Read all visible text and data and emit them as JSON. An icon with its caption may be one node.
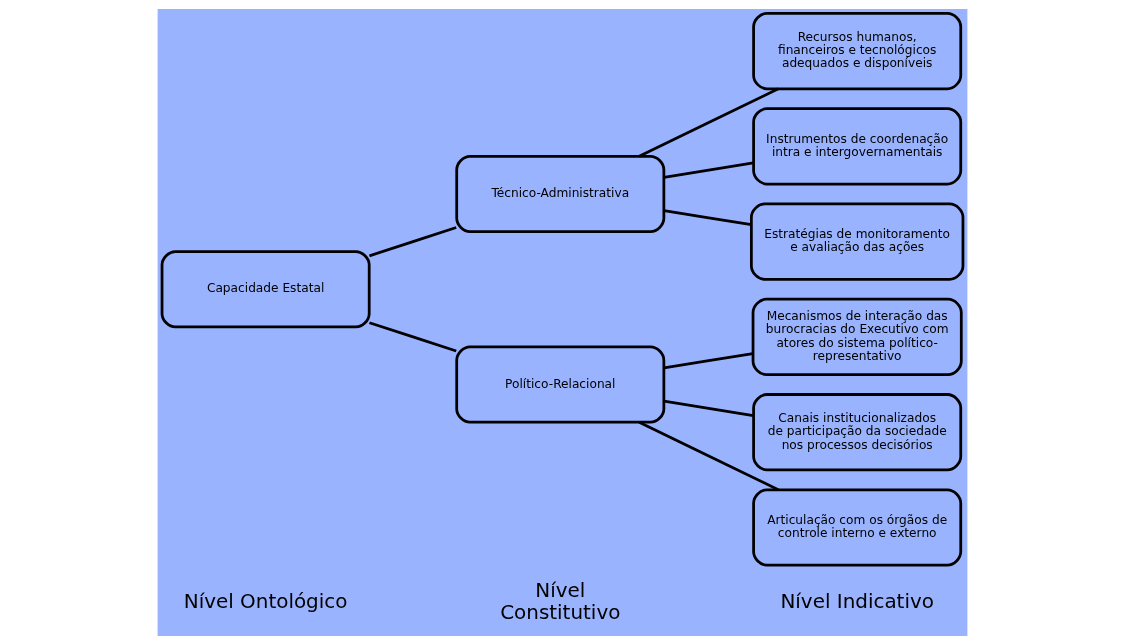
{
  "diagram": {
    "nodes": [
      {
        "text": [
          "Capacidade Estatal"
        ]
      },
      {
        "text": [
          "Técnico-Administrativa"
        ]
      },
      {
        "text": [
          "Político-Relacional"
        ]
      },
      {
        "text": [
          "Recursos humanos, financeiros e tecnológicos adequados e disponíveis"
        ]
      },
      {
        "text": [
          "Instrumentos de coordenação intra e intergovernamentais"
        ]
      },
      {
        "text": [
          "Estratégias de monitoramento e avaliação das ações"
        ]
      },
      {
        "text": [
          "Mecanismos de interação das burocracias do Executivo com atores do sistema político-representativo"
        ]
      },
      {
        "text": [
          "Canais institucionalizados de participação da sociedade nos processos decisórios"
        ]
      },
      {
        "text": [
          "Articulação com os órgãos de controle interno e externo"
        ]
      }
    ],
    "edges": [
      {
        "from": 0,
        "to": 1,
        "arrow": "none"
      },
      {
        "from": 0,
        "to": 2,
        "arrow": "none"
      },
      {
        "from": 1,
        "to": 3,
        "arrow": "none"
      },
      {
        "from": 1,
        "to": 4,
        "arrow": "none"
      },
      {
        "from": 1,
        "to": 5,
        "arrow": "none"
      },
      {
        "from": 2,
        "to": 6,
        "arrow": "none"
      },
      {
        "from": 2,
        "to": 7,
        "arrow": "none"
      },
      {
        "from": 2,
        "to": 8,
        "arrow": "none"
      }
    ],
    "labels": [
      "Nível Ontológico",
      "Nível Constitutivo",
      "Nível Indicativo"
    ]
  }
}
